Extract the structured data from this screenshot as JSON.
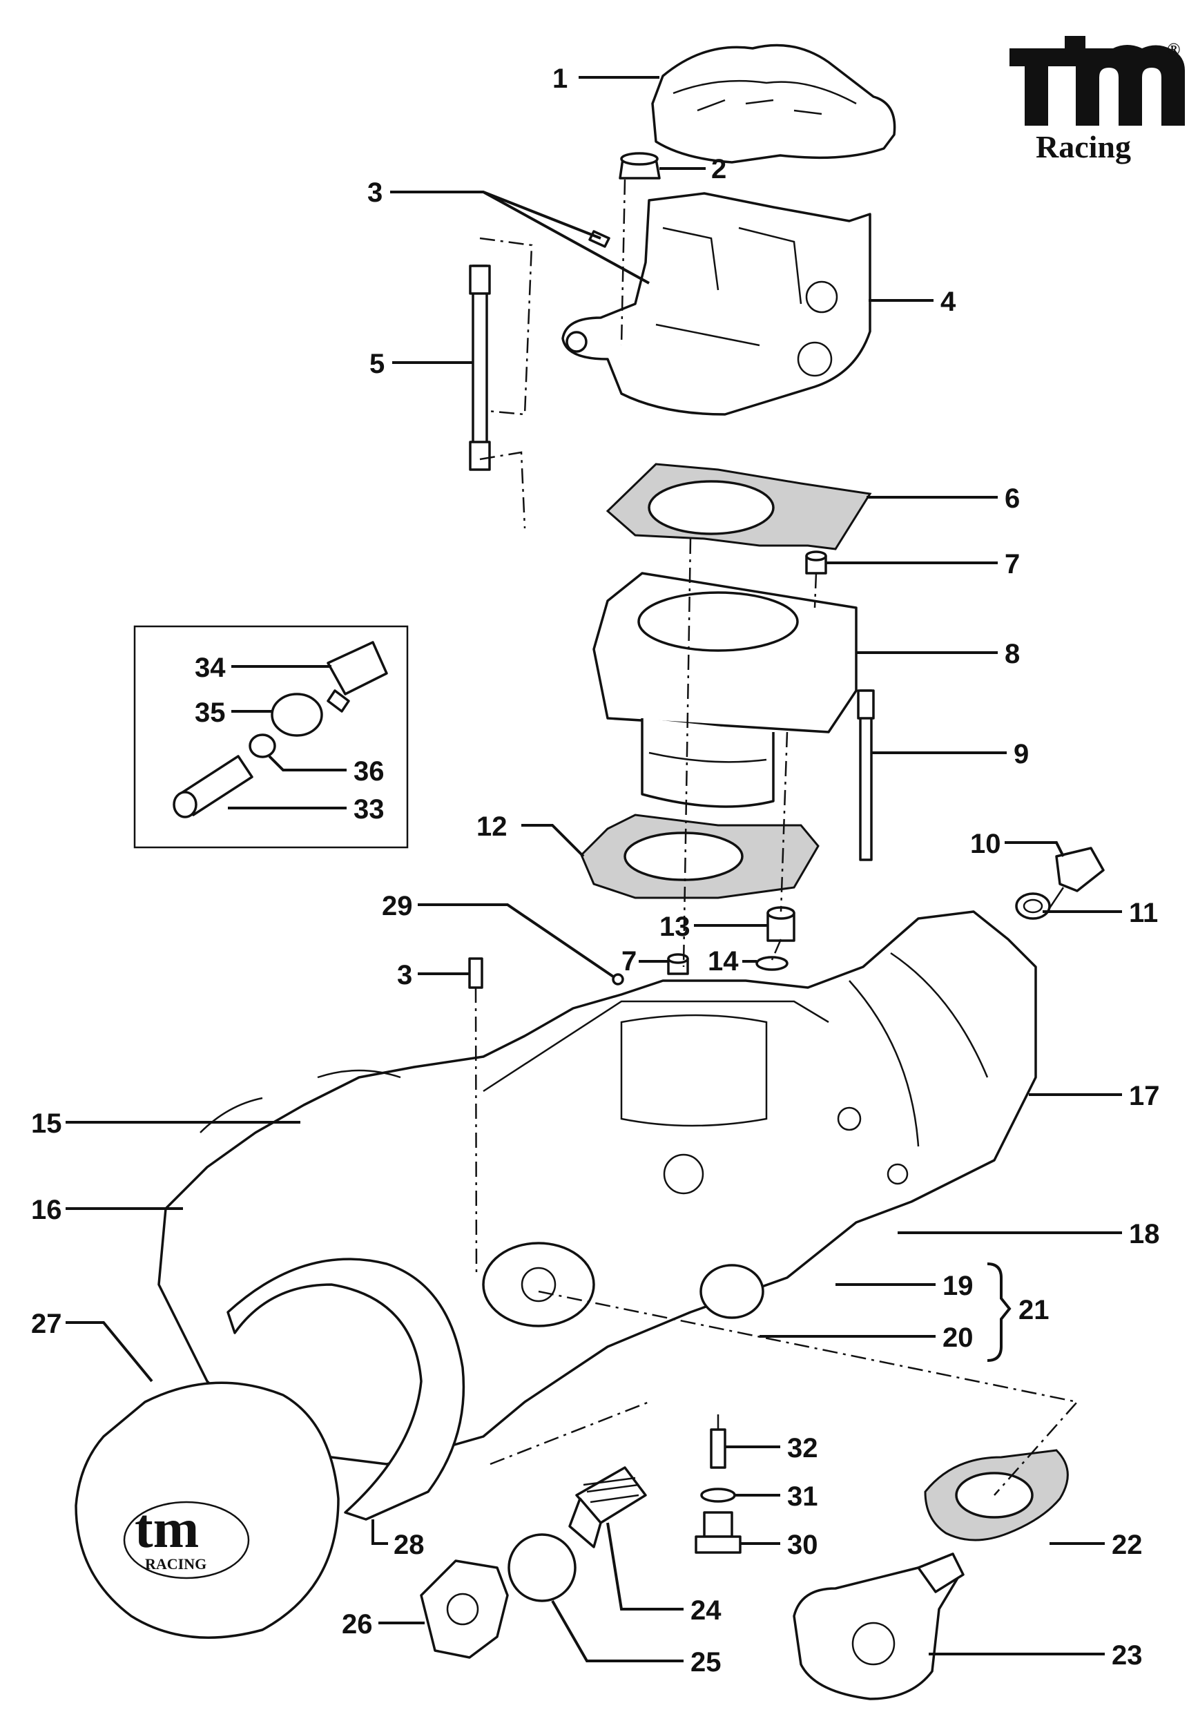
{
  "brand": {
    "logo_letters": "tm",
    "registered_mark": "®",
    "subtitle": "Racing",
    "cover_logo_letters": "tm",
    "cover_logo_subtitle": "RACING"
  },
  "callouts": [
    {
      "id": "1",
      "label": "1"
    },
    {
      "id": "2",
      "label": "2"
    },
    {
      "id": "3a",
      "label": "3"
    },
    {
      "id": "4",
      "label": "4"
    },
    {
      "id": "5",
      "label": "5"
    },
    {
      "id": "6",
      "label": "6"
    },
    {
      "id": "7a",
      "label": "7"
    },
    {
      "id": "8",
      "label": "8"
    },
    {
      "id": "9",
      "label": "9"
    },
    {
      "id": "10",
      "label": "10"
    },
    {
      "id": "11",
      "label": "11"
    },
    {
      "id": "12",
      "label": "12"
    },
    {
      "id": "13",
      "label": "13"
    },
    {
      "id": "7b",
      "label": "7"
    },
    {
      "id": "14",
      "label": "14"
    },
    {
      "id": "29",
      "label": "29"
    },
    {
      "id": "3b",
      "label": "3"
    },
    {
      "id": "15",
      "label": "15"
    },
    {
      "id": "16",
      "label": "16"
    },
    {
      "id": "17",
      "label": "17"
    },
    {
      "id": "18",
      "label": "18"
    },
    {
      "id": "19",
      "label": "19"
    },
    {
      "id": "20",
      "label": "20"
    },
    {
      "id": "21",
      "label": "21"
    },
    {
      "id": "27",
      "label": "27"
    },
    {
      "id": "28",
      "label": "28"
    },
    {
      "id": "32",
      "label": "32"
    },
    {
      "id": "31",
      "label": "31"
    },
    {
      "id": "30",
      "label": "30"
    },
    {
      "id": "22",
      "label": "22"
    },
    {
      "id": "24",
      "label": "24"
    },
    {
      "id": "26",
      "label": "26"
    },
    {
      "id": "25",
      "label": "25"
    },
    {
      "id": "23",
      "label": "23"
    },
    {
      "id": "34",
      "label": "34"
    },
    {
      "id": "35",
      "label": "35"
    },
    {
      "id": "36",
      "label": "36"
    },
    {
      "id": "33",
      "label": "33"
    }
  ]
}
